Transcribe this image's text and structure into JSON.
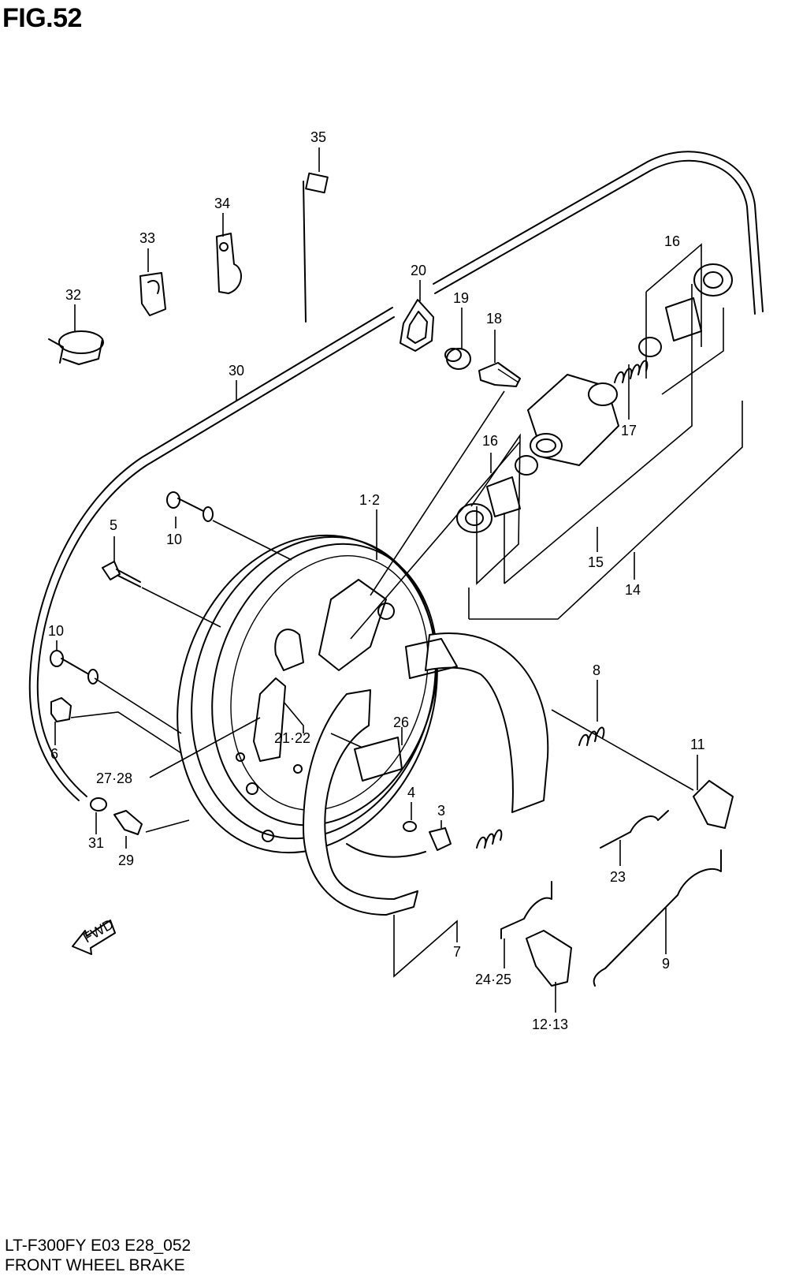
{
  "figure": {
    "title": "FIG.52",
    "model_code": "LT-F300FY E03 E28_052",
    "caption": "FRONT WHEEL BRAKE",
    "direction_label": "FWD"
  },
  "callouts": [
    "35",
    "34",
    "33",
    "32",
    "20",
    "19",
    "18",
    "16",
    "30",
    "17",
    "16",
    "1·2",
    "10",
    "5",
    "15",
    "14",
    "10",
    "8",
    "26",
    "21·22",
    "11",
    "6",
    "27·28",
    "4",
    "3",
    "31",
    "29",
    "23",
    "9",
    "7",
    "24·25",
    "12·13"
  ]
}
